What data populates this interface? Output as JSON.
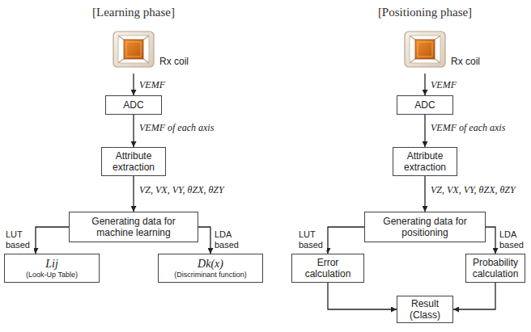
{
  "diagram": {
    "nodes": [
      {
        "text": [
          "Rx coil"
        ]
      },
      {
        "text": [
          "ADC"
        ]
      },
      {
        "text": [
          "Attribute extraction"
        ]
      },
      {
        "text": [
          "Generating data for machine learning"
        ]
      },
      {
        "text": [
          "Lij",
          "(Look-Up Table)"
        ]
      },
      {
        "text": [
          "Dk(x)",
          "(Discriminant function)"
        ]
      },
      {
        "text": [
          "Rx coil"
        ]
      },
      {
        "text": [
          "ADC"
        ]
      },
      {
        "text": [
          "Attribute extraction"
        ]
      },
      {
        "text": [
          "Generating data for positioning"
        ]
      },
      {
        "text": [
          "Error calculation"
        ]
      },
      {
        "text": [
          "Probability calculation"
        ]
      },
      {
        "text": [
          "Result (Class)"
        ]
      }
    ],
    "edges": [
      {
        "from": 0,
        "to": 1,
        "arrow": "to",
        "label": "VEMF"
      },
      {
        "from": 1,
        "to": 2,
        "arrow": "to",
        "label": "VEMF of each axis"
      },
      {
        "from": 2,
        "to": 3,
        "arrow": "to",
        "label": "VZ, VX, VY, θZX, θZY"
      },
      {
        "from": 3,
        "to": 4,
        "arrow": "to",
        "label": "LUT based"
      },
      {
        "from": 3,
        "to": 5,
        "arrow": "to",
        "label": "LDA based"
      },
      {
        "from": 6,
        "to": 7,
        "arrow": "to",
        "label": "VEMF"
      },
      {
        "from": 7,
        "to": 8,
        "arrow": "to",
        "label": "VEMF of each axis"
      },
      {
        "from": 8,
        "to": 9,
        "arrow": "to",
        "label": "VZ, VX, VY, θZX, θZY"
      },
      {
        "from": 9,
        "to": 10,
        "arrow": "to",
        "label": "LUT based"
      },
      {
        "from": 9,
        "to": 11,
        "arrow": "to",
        "label": "LDA based"
      },
      {
        "from": 10,
        "to": 12,
        "arrow": "to"
      },
      {
        "from": 11,
        "to": 12,
        "arrow": "to"
      }
    ],
    "labels": [
      "[Learning phase]",
      "[Positioning phase]"
    ]
  }
}
